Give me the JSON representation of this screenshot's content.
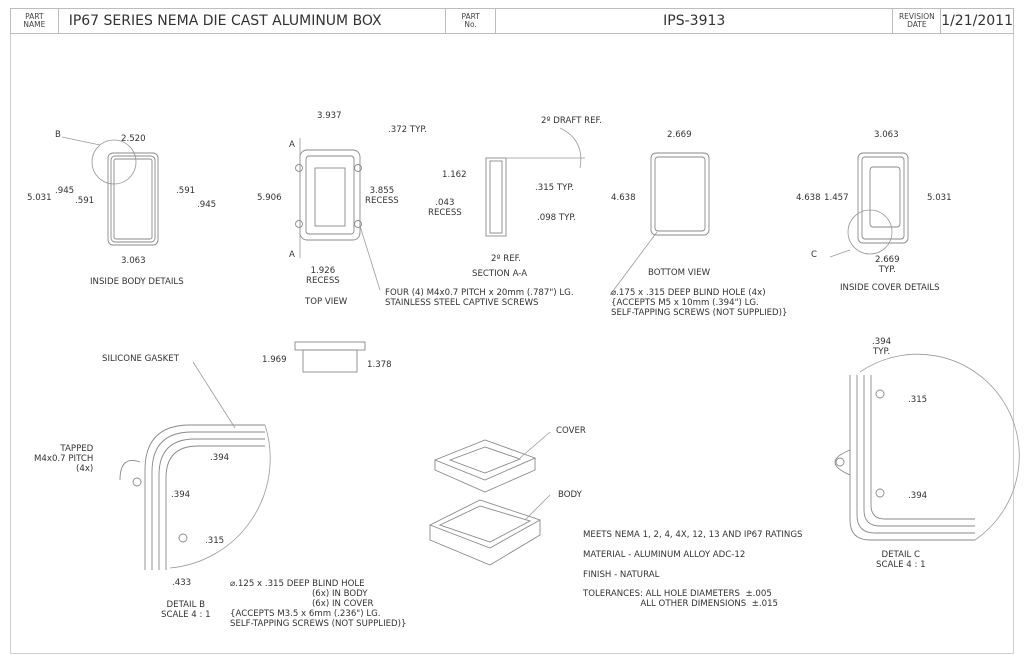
{
  "title_block": {
    "part_name_label": "PART\nNAME",
    "part_name": "IP67 SERIES NEMA DIE CAST ALUMINUM BOX",
    "part_no_label": "PART\nNo.",
    "part_no": "IPS-3913",
    "revision_date_label": "REVISION\nDATE",
    "revision_date": "1/21/2011"
  },
  "views": {
    "inside_body": {
      "title": "INSIDE BODY DETAILS",
      "detail_callout": "B",
      "dims": {
        "top_width": "2.520",
        "bottom_width": "3.063",
        "height": "5.031",
        "left_outer": ".945",
        "left_inner": ".591",
        "right_inner": ".591",
        "right_outer": ".945"
      }
    },
    "top_view": {
      "title": "TOP VIEW",
      "section_marker": "A",
      "dims": {
        "width": "3.937",
        "flange": ".372 TYP.",
        "height": "5.906",
        "recess_height": "3.855\nRECESS",
        "recess_width": "1.926\nRECESS"
      },
      "note": "FOUR (4) M4x0.7 PITCH x 20mm (.787\") LG.\nSTAINLESS STEEL CAPTIVE SCREWS"
    },
    "section_aa": {
      "title": "SECTION A-A",
      "dims": {
        "draft": "2º DRAFT REF.",
        "depth": "1.162",
        "wall": ".315 TYP.",
        "recess": ".043\nRECESS",
        "lip": ".098 TYP.",
        "ref": "2º REF."
      }
    },
    "bottom_view": {
      "title": "BOTTOM VIEW",
      "dims": {
        "width": "2.669",
        "height": "4.638"
      },
      "note": "⌀.175 x .315 DEEP BLIND HOLE (4x)\n{ACCEPTS M5 x 10mm (.394\") LG.\nSELF-TAPPING SCREWS (NOT SUPPLIED)}"
    },
    "inside_cover": {
      "title": "INSIDE COVER DETAILS",
      "detail_callout": "C",
      "dims": {
        "top_width": "3.063",
        "height_left": "4.638",
        "hole_spacing": "1.457",
        "height_right": "5.031",
        "bottom_width": "2.669\nTYP."
      }
    },
    "side_view": {
      "dims": {
        "overall_height": "1.969",
        "body_height": "1.378"
      }
    },
    "detail_b": {
      "title": "DETAIL B\nSCALE 4 : 1",
      "gasket_label": "SILICONE GASKET",
      "tapped_label": "TAPPED\nM4x0.7 PITCH\n(4x)",
      "dims": {
        "d1": ".394",
        "d2": ".394",
        "d3": ".315",
        "d4": ".433"
      },
      "note": "⌀.125 x .315 DEEP BLIND HOLE\n                              (6x) IN BODY\n                              (6x) IN COVER\n{ACCEPTS M3.5 x 6mm (.236\") LG.\nSELF-TAPPING SCREWS (NOT SUPPLIED)}"
    },
    "isometric": {
      "cover_label": "COVER",
      "body_label": "BODY"
    },
    "detail_c": {
      "title": "DETAIL C\nSCALE 4 : 1",
      "dims": {
        "width": ".394\nTYP.",
        "d1": ".315",
        "d2": ".394"
      }
    }
  },
  "notes": [
    "MEETS NEMA 1, 2, 4, 4X, 12, 13 AND IP67 RATINGS",
    "MATERIAL - ALUMINUM ALLOY ADC-12",
    "FINISH - NATURAL",
    "TOLERANCES: ALL HOLE DIAMETERS  ±.005\n                     ALL OTHER DIMENSIONS  ±.015"
  ]
}
